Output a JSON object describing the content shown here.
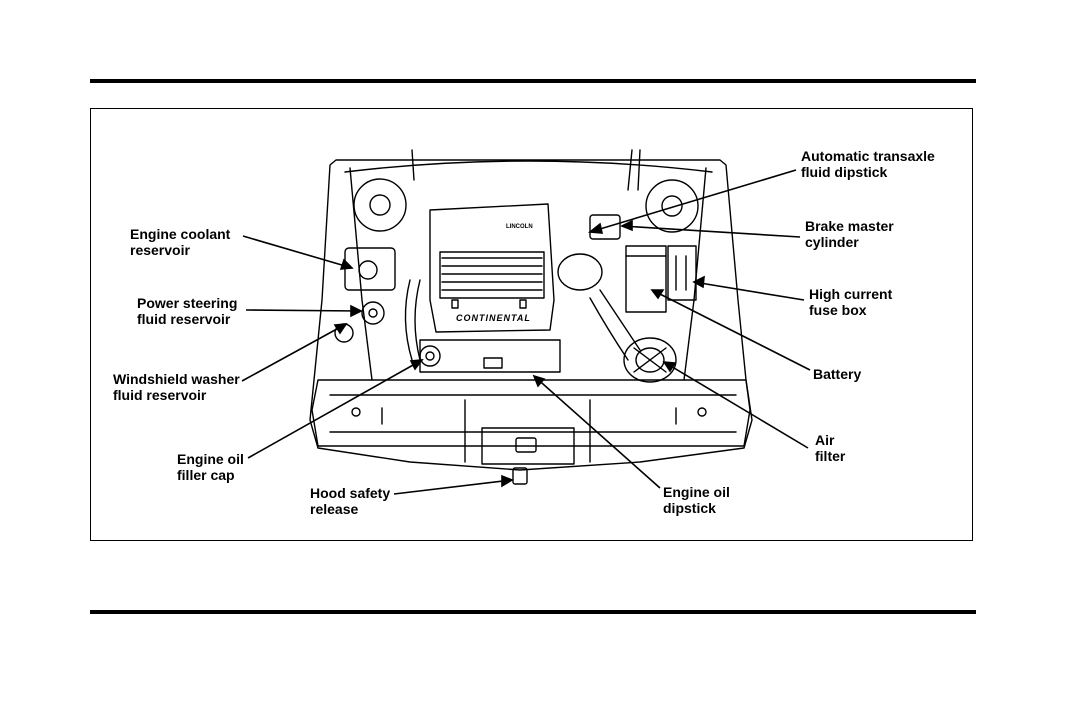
{
  "colors": {
    "ink": "#000000",
    "background": "#ffffff"
  },
  "callouts": {
    "automatic_transaxle": "Automatic transaxle\nfluid dipstick",
    "brake_master": "Brake master\ncylinder",
    "high_current_fuse": "High current\nfuse box",
    "battery": "Battery",
    "air_filter": "Air\nfilter",
    "engine_oil_dipstick": "Engine oil\ndipstick",
    "hood_safety": "Hood safety\nrelease",
    "engine_oil_filler": "Engine oil\nfiller cap",
    "windshield_washer": "Windshield washer\nfluid reservoir",
    "power_steering": "Power steering\nfluid reservoir",
    "engine_coolant": "Engine coolant\nreservoir"
  },
  "engine_cover": {
    "brand_badge": "LINCOLN",
    "model_name": "CONTINENTAL"
  }
}
